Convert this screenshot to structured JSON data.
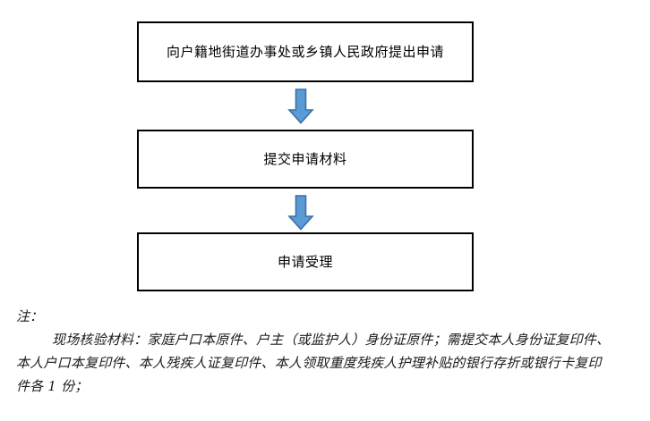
{
  "document": {
    "background_color": "#ffffff",
    "text_color": "#000000"
  },
  "flowchart": {
    "type": "vertical-flow",
    "box_border_color": "#000000",
    "box_fill_color": "#ffffff",
    "arrow_fill_color": "#5B9BD5",
    "arrow_border_color": "#3A6FA8",
    "steps": [
      {
        "id": "step-1",
        "label": "向户籍地街道办事处或乡镇人民政府提出申请"
      },
      {
        "id": "step-2",
        "label": "提交申请材料"
      },
      {
        "id": "step-3",
        "label": "申请受理"
      }
    ],
    "connectors": [
      {
        "id": "arrow-1",
        "from": "step-1",
        "to": "step-2",
        "direction": "down"
      },
      {
        "id": "arrow-2",
        "from": "step-2",
        "to": "step-3",
        "direction": "down"
      }
    ]
  },
  "notes": {
    "title": "注：",
    "lines": [
      "现场核验材料：家庭户口本原件、户主（或监护人）身份证原件；需提交本人身份证复印件、",
      "本人户口本复印件、本人残疾人证复印件、本人领取重度残疾人护理补贴的银行存折或银行卡复印",
      "件各 1 份；"
    ]
  }
}
